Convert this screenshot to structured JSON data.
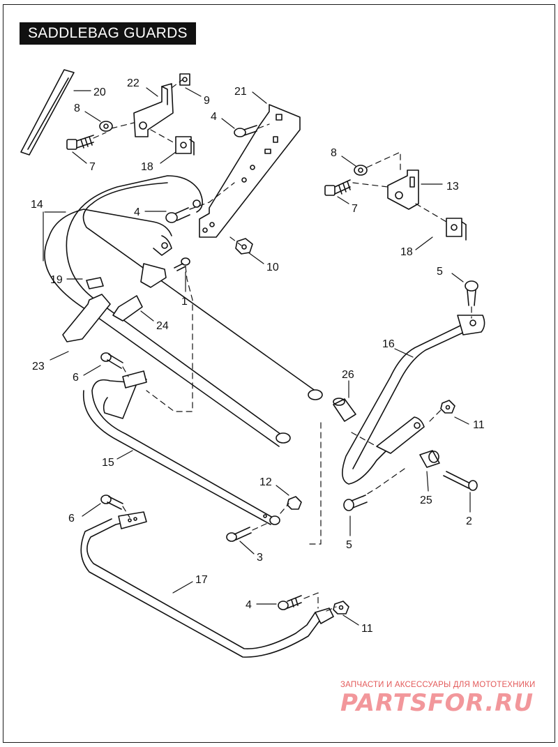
{
  "title": "SADDLEBAG GUARDS",
  "callouts": [
    {
      "id": "c20a",
      "text": "20"
    },
    {
      "id": "c22",
      "text": "22"
    },
    {
      "id": "c9",
      "text": "9"
    },
    {
      "id": "c21",
      "text": "21"
    },
    {
      "id": "c8a",
      "text": "8"
    },
    {
      "id": "c4a",
      "text": "4"
    },
    {
      "id": "c7a",
      "text": "7"
    },
    {
      "id": "c18a",
      "text": "18"
    },
    {
      "id": "c8b",
      "text": "8"
    },
    {
      "id": "c13",
      "text": "13"
    },
    {
      "id": "c14",
      "text": "14"
    },
    {
      "id": "c4b",
      "text": "4"
    },
    {
      "id": "c7b",
      "text": "7"
    },
    {
      "id": "c18b",
      "text": "18"
    },
    {
      "id": "c10",
      "text": "10"
    },
    {
      "id": "c19",
      "text": "19"
    },
    {
      "id": "c1",
      "text": "1"
    },
    {
      "id": "c5a",
      "text": "5"
    },
    {
      "id": "c24",
      "text": "24"
    },
    {
      "id": "c16",
      "text": "16"
    },
    {
      "id": "c23",
      "text": "23"
    },
    {
      "id": "c6a",
      "text": "6"
    },
    {
      "id": "c26",
      "text": "26"
    },
    {
      "id": "c11a",
      "text": "11"
    },
    {
      "id": "c15",
      "text": "15"
    },
    {
      "id": "c12",
      "text": "12"
    },
    {
      "id": "c25",
      "text": "25"
    },
    {
      "id": "c6b",
      "text": "6"
    },
    {
      "id": "c2",
      "text": "2"
    },
    {
      "id": "c3",
      "text": "3"
    },
    {
      "id": "c5b",
      "text": "5"
    },
    {
      "id": "c17",
      "text": "17"
    },
    {
      "id": "c4c",
      "text": "4"
    },
    {
      "id": "c11b",
      "text": "11"
    }
  ],
  "watermark": {
    "tagline": "ЗАПЧАСТИ И АКСЕССУАРЫ ДЛЯ МОТОТЕХНИКИ",
    "logo": "PARTSFOR.RU"
  }
}
